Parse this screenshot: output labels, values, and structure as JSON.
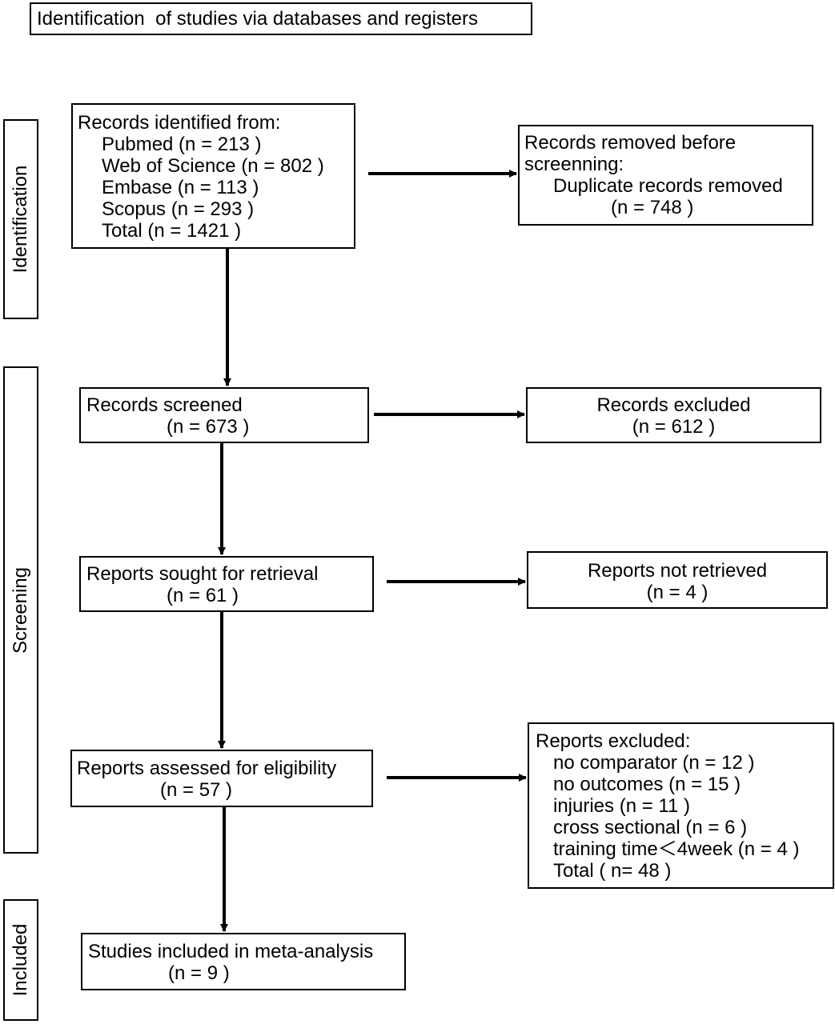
{
  "title": "Identification  of studies via databases and registers",
  "stages": {
    "identification": "Identification",
    "screening": "Screening",
    "included": "Included"
  },
  "records_identified": {
    "heading": "Records identified from:",
    "sources": [
      "Pubmed (n = 213 )",
      "Web of Science (n = 802 )",
      "Embase (n = 113 )",
      "Scopus (n = 293 )",
      "Total (n = 1421 )"
    ]
  },
  "records_removed": {
    "line1": "Records removed before",
    "line2": "screenning:",
    "line3": "Duplicate records removed",
    "line4": "(n = 748 )"
  },
  "records_screened": {
    "label": "Records screened",
    "count": "(n = 673 )"
  },
  "records_excluded": {
    "label": "Records excluded",
    "count": "(n = 612 )"
  },
  "reports_sought": {
    "label": "Reports sought for retrieval",
    "count": "(n = 61 )"
  },
  "reports_not_retrieved": {
    "label": "Reports not retrieved",
    "count": "(n = 4 )"
  },
  "reports_assessed": {
    "label": "Reports assessed for eligibility",
    "count": "(n = 57 )"
  },
  "reports_excluded": {
    "heading": "Reports excluded:",
    "reasons": [
      "no comparator (n = 12 )",
      "no outcomes (n = 15 )",
      "injuries (n = 11 )",
      "cross sectional (n = 6 )",
      "training time＜4week (n = 4 )",
      "Total ( n= 48 )"
    ]
  },
  "studies_included": {
    "label": "Studies included in meta-analysis",
    "count": "(n = 9 )"
  }
}
